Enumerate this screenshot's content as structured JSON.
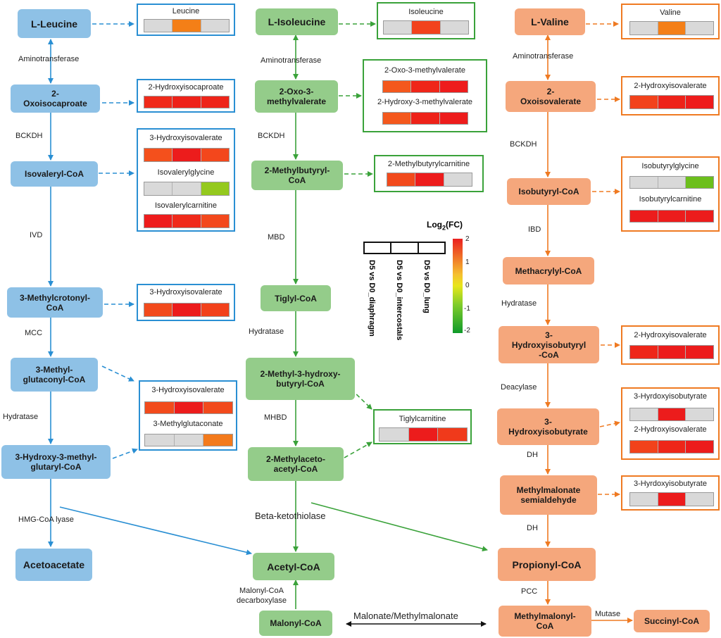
{
  "colors": {
    "blue": "#2a8fd3",
    "green": "#3aa23a",
    "orange": "#ef7a22",
    "gray": "#d9d9d9"
  },
  "nodes": {
    "l_leucine": "L-Leucine",
    "oxoisocaproate": "2-\nOxoisocaproate",
    "isovaleryl_coa": "Isovaleryl-CoA",
    "methylcrotonyl_coa": "3-Methylcrotonyl-\nCoA",
    "methylglutaconyl_coa": "3-Methyl-\nglutaconyl-CoA",
    "hmg_coa": "3-Hydroxy-3-methyl-\nglutaryl-CoA",
    "acetoacetate": "Acetoacetate",
    "l_isoleucine": "L-Isoleucine",
    "oxo_methylvalerate": "2-Oxo-3-\nmethylvalerate",
    "methylbutyryl_coa": "2-Methylbutyryl-\nCoA",
    "tiglyl_coa": "Tiglyl-CoA",
    "methyl_hydroxybutyryl_coa": "2-Methyl-3-hydroxy-\nbutyryl-CoA",
    "methylacetoacetyl_coa": "2-Methylaceto-\nacetyl-CoA",
    "acetyl_coa": "Acetyl-CoA",
    "malonyl_coa": "Malonyl-CoA",
    "l_valine": "L-Valine",
    "oxoisovalerate": "2-\nOxoisovalerate",
    "isobutyryl_coa": "Isobutyryl-CoA",
    "methacrylyl_coa": "Methacrylyl-CoA",
    "hydroxyisobutyryl_coa": "3-\nHydroxyisobutyryl\n-CoA",
    "hydroxyisobutyrate": "3-\nHydroxyisobutyrate",
    "methylmalonate_semialdehyde": "Methylmalonate\nsemialdehyde",
    "propionyl_coa": "Propionyl-CoA",
    "methylmalonyl_coa": "Methylmalonyl-\nCoA",
    "succinyl_coa": "Succinyl-CoA"
  },
  "enzymes": {
    "aminotransferase_1": "Aminotransferase",
    "bckdh_1": "BCKDH",
    "ivd": "IVD",
    "mcc": "MCC",
    "hydratase_1": "Hydratase",
    "hmg_coa_lyase": "HMG-CoA  lyase",
    "aminotransferase_2": "Aminotransferase",
    "bckdh_2": "BCKDH",
    "mbd": "MBD",
    "hydratase_2": "Hydratase",
    "mhbd": "MHBD",
    "beta_ketothiolase": "Beta-ketothiolase",
    "malonyl_coa_decarboxylase": "Malonyl-CoA\ndecarboxylase",
    "malonate_methylmalonate": "Malonate/Methylmalonate",
    "aminotransferase_3": "Aminotransferase",
    "bckdh_3": "BCKDH",
    "ibd": "IBD",
    "hydratase_3": "Hydratase",
    "deacylase": "Deacylase",
    "dh_1": "DH",
    "dh_2": "DH",
    "pcc": "PCC",
    "mutase": "Mutase"
  },
  "metabolites": {
    "leucine": {
      "label": "Leucine",
      "colors": [
        "#d9d9d9",
        "#f47f17",
        "#d9d9d9"
      ]
    },
    "hydroxyisocaproate": {
      "label": "2-Hydroxyisocaproate",
      "colors": [
        "#f02a1a",
        "#ee2219",
        "#ee2419"
      ]
    },
    "hiv_leu_a": {
      "label": "3-Hydroxyisovalerate",
      "colors": [
        "#f4501c",
        "#ec1c1c",
        "#f3471c"
      ]
    },
    "isovalerylglycine": {
      "label": "Isovalerylglycine",
      "colors": [
        "#d9d9d9",
        "#d9d9d9",
        "#94c91e"
      ]
    },
    "isovalerylcarnitine": {
      "label": "Isovalerylcarnitine",
      "colors": [
        "#ee1c1c",
        "#f02a1a",
        "#f3481c"
      ]
    },
    "hiv_leu_b": {
      "label": "3-Hydroxyisovalerate",
      "colors": [
        "#f24a1c",
        "#ec1c1c",
        "#f2411b"
      ]
    },
    "hiv_leu_c": {
      "label": "3-Hydroxyisovalerate",
      "colors": [
        "#f24b1c",
        "#ec1c1c",
        "#f24a1c"
      ]
    },
    "methylglutaconate": {
      "label": "3-Methylglutaconate",
      "colors": [
        "#d9d9d9",
        "#d9d9d9",
        "#f37a1c"
      ]
    },
    "isoleucine": {
      "label": "Isoleucine",
      "colors": [
        "#d9d9d9",
        "#f2421c",
        "#d9d9d9"
      ]
    },
    "oxo_methylvalerate_m": {
      "label": "2-Oxo-3-methylvalerate",
      "colors": [
        "#f4581d",
        "#ef2619",
        "#ee1c1c"
      ]
    },
    "hydroxy_methylvalerate": {
      "label": "2-Hydroxy-3-methylvalerate",
      "colors": [
        "#f4581d",
        "#ee2219",
        "#ed1c1c"
      ]
    },
    "methylbutyrylcarnitine": {
      "label": "2-Methylbutyrylcarnitine",
      "colors": [
        "#f24a1c",
        "#ed1c1c",
        "#d9d9d9"
      ]
    },
    "tiglylcarnitine": {
      "label": "Tiglylcarnitine",
      "colors": [
        "#d9d9d9",
        "#ec1c1c",
        "#f03a1b"
      ]
    },
    "valine": {
      "label": "Valine",
      "colors": [
        "#d9d9d9",
        "#f47f17",
        "#d9d9d9"
      ]
    },
    "hiv_val_a": {
      "label": "2-Hydroxyisovalerate",
      "colors": [
        "#f2421b",
        "#ee2219",
        "#ee1c1c"
      ]
    },
    "isobutyrylglycine": {
      "label": "Isobutyrylglycine",
      "colors": [
        "#d9d9d9",
        "#d9d9d9",
        "#6cbf1c"
      ]
    },
    "isobutyrylcarnitine": {
      "label": "Isobutyrylcarnitine",
      "colors": [
        "#ec1c1c",
        "#ec1c1c",
        "#ec1c1c"
      ]
    },
    "hiv_val_b": {
      "label": "2-Hydroxyisovalerate",
      "colors": [
        "#ee2619",
        "#ec1c1c",
        "#ec1c1c"
      ]
    },
    "hydroxyisobutyrate_a": {
      "label": "3-Hyrdoxyisobutyrate",
      "colors": [
        "#d9d9d9",
        "#ec1c1c",
        "#d9d9d9"
      ]
    },
    "hiv_val_c": {
      "label": "2-Hydroxyisovalerate",
      "colors": [
        "#f2421b",
        "#ee2619",
        "#ec1c1c"
      ]
    },
    "hydroxyisobutyrate_b": {
      "label": "3-Hyrdoxyisobutyrate",
      "colors": [
        "#d9d9d9",
        "#ec1c1c",
        "#d9d9d9"
      ]
    }
  },
  "legend": {
    "title": "Log",
    "title_sub": "2",
    "title_suffix": "(FC)",
    "ticks": [
      "2",
      "1",
      "0",
      "-1",
      "-2"
    ],
    "columns": [
      "D5 vs D0_diaphragm",
      "D5 vs D0_intercostals",
      "D5 vs D0_lung"
    ]
  }
}
